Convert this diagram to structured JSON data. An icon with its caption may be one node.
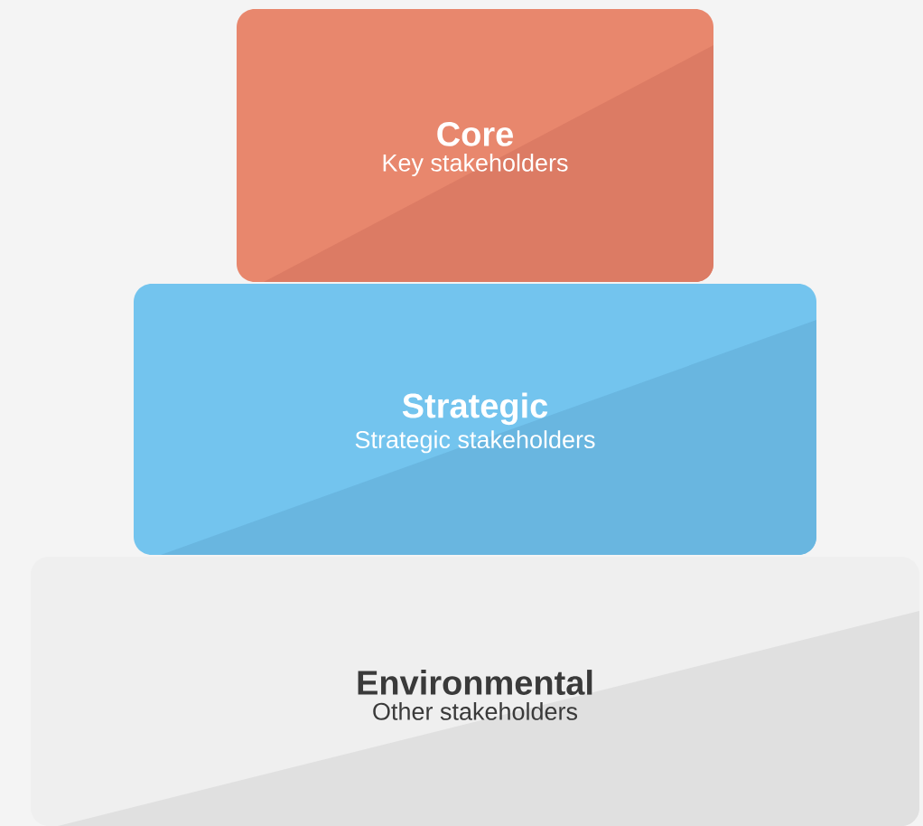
{
  "diagram": {
    "nodes": [
      {
        "text": [
          "Core",
          "Key stakeholders"
        ]
      },
      {
        "text": [
          "Strategic",
          "Strategic stakeholders"
        ]
      },
      {
        "text": [
          "Environmental",
          "Other stakeholders"
        ]
      }
    ]
  }
}
